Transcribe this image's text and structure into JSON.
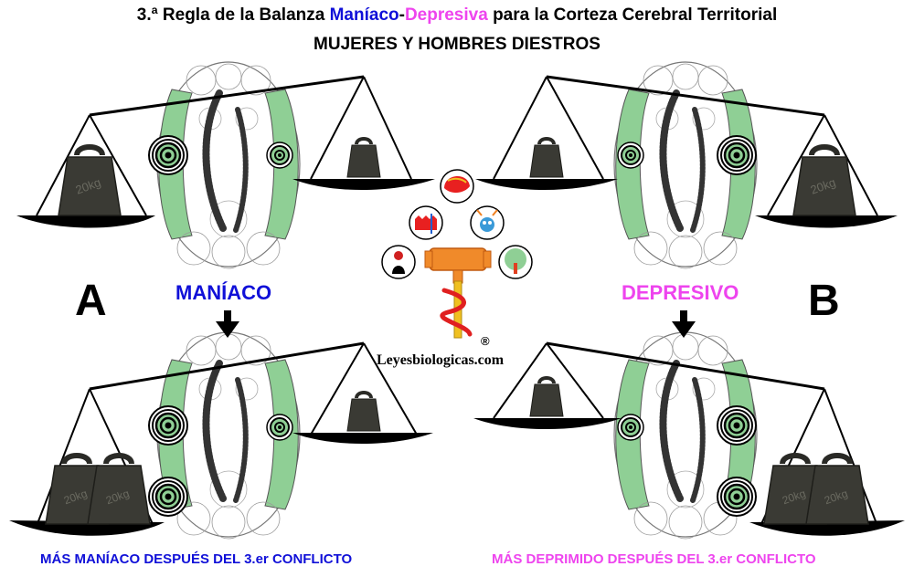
{
  "title": {
    "part1": "3.ª Regla de la Balanza ",
    "maniaco": "Maníaco",
    "dash": "-",
    "depresiva": "Depresiva",
    "part2": " para la Corteza Cerebral Territorial",
    "line2": "MUJERES Y HOMBRES  DIESTROS"
  },
  "labels": {
    "a": "A",
    "b": "B",
    "maniaco": "MANÍACO",
    "depresivo": "DEPRESIVO",
    "bottom_left": "MÁS MANÍACO DESPUÉS DEL 3.er CONFLICTO",
    "bottom_right": "MÁS DEPRIMIDO DESPUÉS DEL 3.er CONFLICTO",
    "weight": "20kg",
    "registered": "®"
  },
  "brand": "Leyesbiologicas.com",
  "colors": {
    "blue": "#1010d8",
    "pink": "#ee44ee",
    "green": "#8fcf95",
    "weight": "#3a3a34"
  }
}
